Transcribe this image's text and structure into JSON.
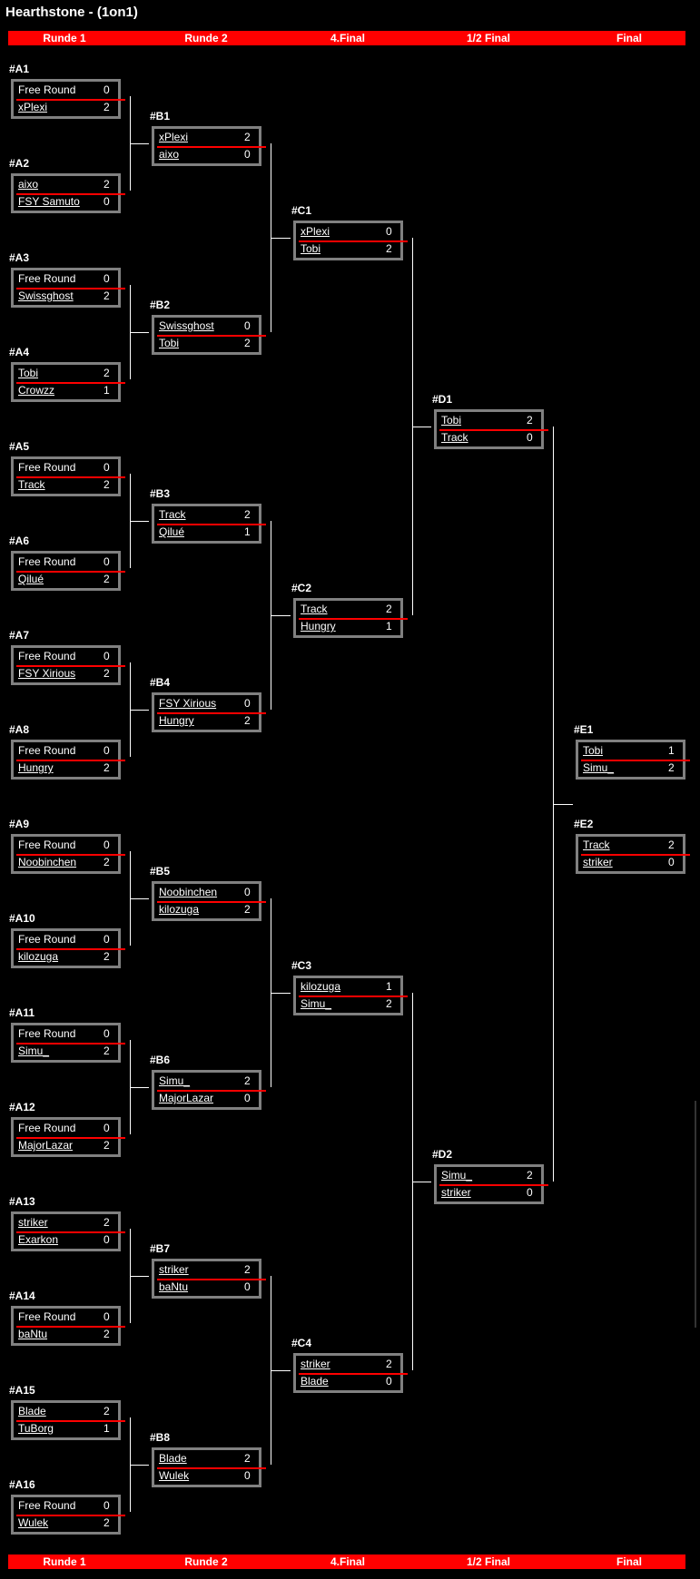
{
  "title": "Hearthstone - (1on1)",
  "rounds": [
    "Runde 1",
    "Runde 2",
    "4.Final",
    "1/2 Final",
    "Final"
  ],
  "matches": [
    {
      "id": "#A1",
      "p1": "Free Round",
      "s1": "0",
      "p2": "xPlexi",
      "s2": "2"
    },
    {
      "id": "#A2",
      "p1": "aixo",
      "s1": "2",
      "p2": "FSY Samuto",
      "s2": "0"
    },
    {
      "id": "#A3",
      "p1": "Free Round",
      "s1": "0",
      "p2": "Swissghost",
      "s2": "2"
    },
    {
      "id": "#A4",
      "p1": "Tobi",
      "s1": "2",
      "p2": "Crowzz",
      "s2": "1"
    },
    {
      "id": "#A5",
      "p1": "Free Round",
      "s1": "0",
      "p2": "Track",
      "s2": "2"
    },
    {
      "id": "#A6",
      "p1": "Free Round",
      "s1": "0",
      "p2": "Qilué",
      "s2": "2"
    },
    {
      "id": "#A7",
      "p1": "Free Round",
      "s1": "0",
      "p2": "FSY Xirious",
      "s2": "2"
    },
    {
      "id": "#A8",
      "p1": "Free Round",
      "s1": "0",
      "p2": "Hungry",
      "s2": "2"
    },
    {
      "id": "#A9",
      "p1": "Free Round",
      "s1": "0",
      "p2": "Noobinchen",
      "s2": "2"
    },
    {
      "id": "#A10",
      "p1": "Free Round",
      "s1": "0",
      "p2": "kilozuga",
      "s2": "2"
    },
    {
      "id": "#A11",
      "p1": "Free Round",
      "s1": "0",
      "p2": "Simu_",
      "s2": "2"
    },
    {
      "id": "#A12",
      "p1": "Free Round",
      "s1": "0",
      "p2": "MajorLazar",
      "s2": "2"
    },
    {
      "id": "#A13",
      "p1": "striker",
      "s1": "2",
      "p2": "Exarkon",
      "s2": "0"
    },
    {
      "id": "#A14",
      "p1": "Free Round",
      "s1": "0",
      "p2": "baNtu",
      "s2": "2"
    },
    {
      "id": "#A15",
      "p1": "Blade",
      "s1": "2",
      "p2": "TuBorg",
      "s2": "1"
    },
    {
      "id": "#A16",
      "p1": "Free Round",
      "s1": "0",
      "p2": "Wulek",
      "s2": "2"
    },
    {
      "id": "#B1",
      "p1": "xPlexi",
      "s1": "2",
      "p2": "aixo",
      "s2": "0"
    },
    {
      "id": "#B2",
      "p1": "Swissghost",
      "s1": "0",
      "p2": "Tobi",
      "s2": "2"
    },
    {
      "id": "#B3",
      "p1": "Track",
      "s1": "2",
      "p2": "Qilué",
      "s2": "1"
    },
    {
      "id": "#B4",
      "p1": "FSY Xirious",
      "s1": "0",
      "p2": "Hungry",
      "s2": "2"
    },
    {
      "id": "#B5",
      "p1": "Noobinchen",
      "s1": "0",
      "p2": "kilozuga",
      "s2": "2"
    },
    {
      "id": "#B6",
      "p1": "Simu_",
      "s1": "2",
      "p2": "MajorLazar",
      "s2": "0"
    },
    {
      "id": "#B7",
      "p1": "striker",
      "s1": "2",
      "p2": "baNtu",
      "s2": "0"
    },
    {
      "id": "#B8",
      "p1": "Blade",
      "s1": "2",
      "p2": "Wulek",
      "s2": "0"
    },
    {
      "id": "#C1",
      "p1": "xPlexi",
      "s1": "0",
      "p2": "Tobi",
      "s2": "2"
    },
    {
      "id": "#C2",
      "p1": "Track",
      "s1": "2",
      "p2": "Hungry",
      "s2": "1"
    },
    {
      "id": "#C3",
      "p1": "kilozuga",
      "s1": "1",
      "p2": "Simu_",
      "s2": "2"
    },
    {
      "id": "#C4",
      "p1": "striker",
      "s1": "2",
      "p2": "Blade",
      "s2": "0"
    },
    {
      "id": "#D1",
      "p1": "Tobi",
      "s1": "2",
      "p2": "Track",
      "s2": "0"
    },
    {
      "id": "#D2",
      "p1": "Simu_",
      "s1": "2",
      "p2": "striker",
      "s2": "0"
    },
    {
      "id": "#E1",
      "p1": "Tobi",
      "s1": "1",
      "p2": "Simu_",
      "s2": "2"
    },
    {
      "id": "#E2",
      "p1": "Track",
      "s1": "2",
      "p2": "striker",
      "s2": "0"
    }
  ]
}
